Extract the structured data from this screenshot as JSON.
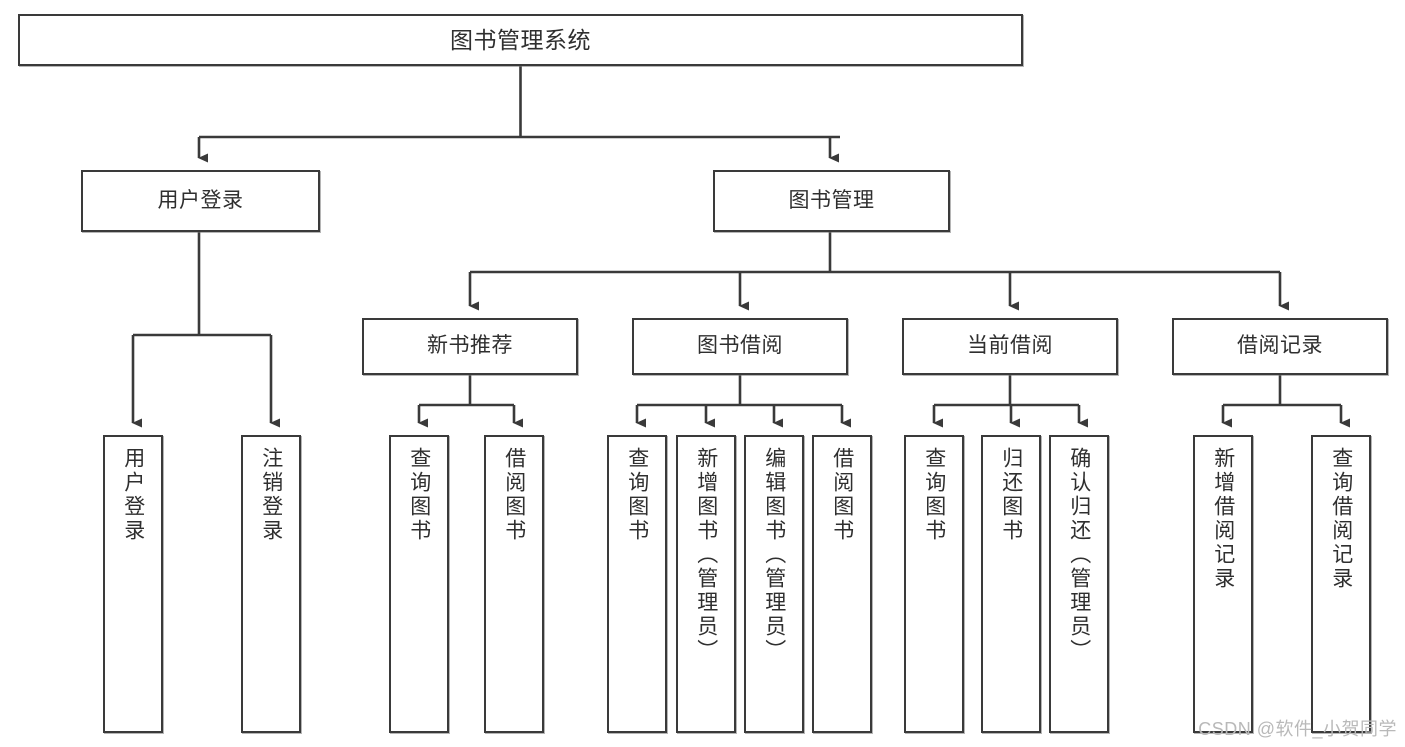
{
  "diagram": {
    "title": "图书管理系统",
    "type": "tree-hierarchy",
    "watermark": "CSDN @软件_小贺同学",
    "accent_color": "#3a3a3a",
    "text_color": "#2f2f2f",
    "background_color": "#ffffff",
    "nodes": {
      "root": {
        "label": "图书管理系统"
      },
      "level2": [
        {
          "id": "user-login",
          "label": "用户登录"
        },
        {
          "id": "book-manage",
          "label": "图书管理"
        }
      ],
      "level3": [
        {
          "id": "new-book-recommend",
          "label": "新书推荐"
        },
        {
          "id": "book-borrow",
          "label": "图书借阅"
        },
        {
          "id": "current-borrow",
          "label": "当前借阅"
        },
        {
          "id": "borrow-record",
          "label": "借阅记录"
        }
      ],
      "leaves": {
        "user-login": [
          {
            "id": "leaf-user-login",
            "label": "用户登录"
          },
          {
            "id": "leaf-logout-login",
            "label": "注销登录"
          }
        ],
        "new-book-recommend": [
          {
            "id": "leaf-query-book-1",
            "label": "查询图书"
          },
          {
            "id": "leaf-borrow-book-1",
            "label": "借阅图书"
          }
        ],
        "book-borrow": [
          {
            "id": "leaf-query-book-2",
            "label": "查询图书"
          },
          {
            "id": "leaf-add-book-admin",
            "label": "新增图书（管理员）"
          },
          {
            "id": "leaf-edit-book-admin",
            "label": "编辑图书（管理员）"
          },
          {
            "id": "leaf-borrow-book-2",
            "label": "借阅图书"
          }
        ],
        "current-borrow": [
          {
            "id": "leaf-query-book-3",
            "label": "查询图书"
          },
          {
            "id": "leaf-return-book",
            "label": "归还图书"
          },
          {
            "id": "leaf-confirm-return-admin",
            "label": "确认归还（管理员）"
          }
        ],
        "borrow-record": [
          {
            "id": "leaf-add-borrow-record",
            "label": "新增借阅记录"
          },
          {
            "id": "leaf-query-borrow-record",
            "label": "查询借阅记录"
          }
        ]
      }
    }
  }
}
